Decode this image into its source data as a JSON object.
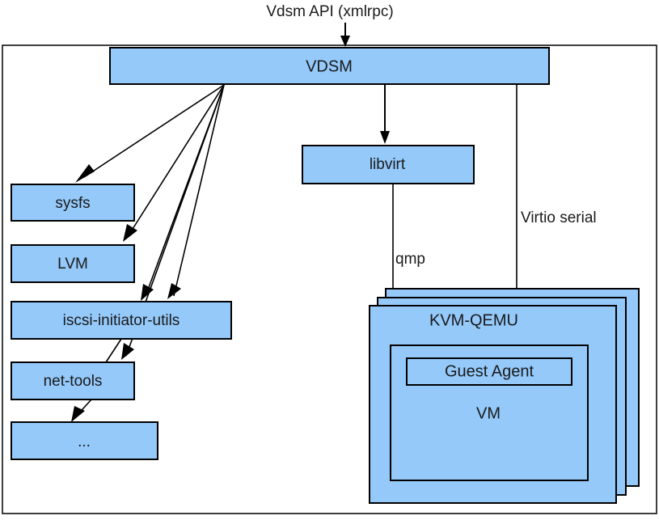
{
  "diagram": {
    "title_label": "Vdsm API (xmlrpc)",
    "colors": {
      "node_fill": "#94c9fa",
      "node_stroke": "#000000",
      "background": "#ffffff",
      "text": "#1a1a1a"
    },
    "nodes": {
      "vdsm": {
        "label": "VDSM"
      },
      "sysfs": {
        "label": "sysfs"
      },
      "lvm": {
        "label": "LVM"
      },
      "iscsi": {
        "label": "iscsi-initiator-utils"
      },
      "nettools": {
        "label": "net-tools"
      },
      "ellipsis": {
        "label": "..."
      },
      "libvirt": {
        "label": "libvirt"
      },
      "kvmqemu": {
        "label": "KVM-QEMU"
      },
      "vm": {
        "label": "VM"
      },
      "guest_agent": {
        "label": "Guest Agent"
      }
    },
    "edge_labels": {
      "qmp": "qmp",
      "virtio_serial": "Virtio serial"
    }
  }
}
